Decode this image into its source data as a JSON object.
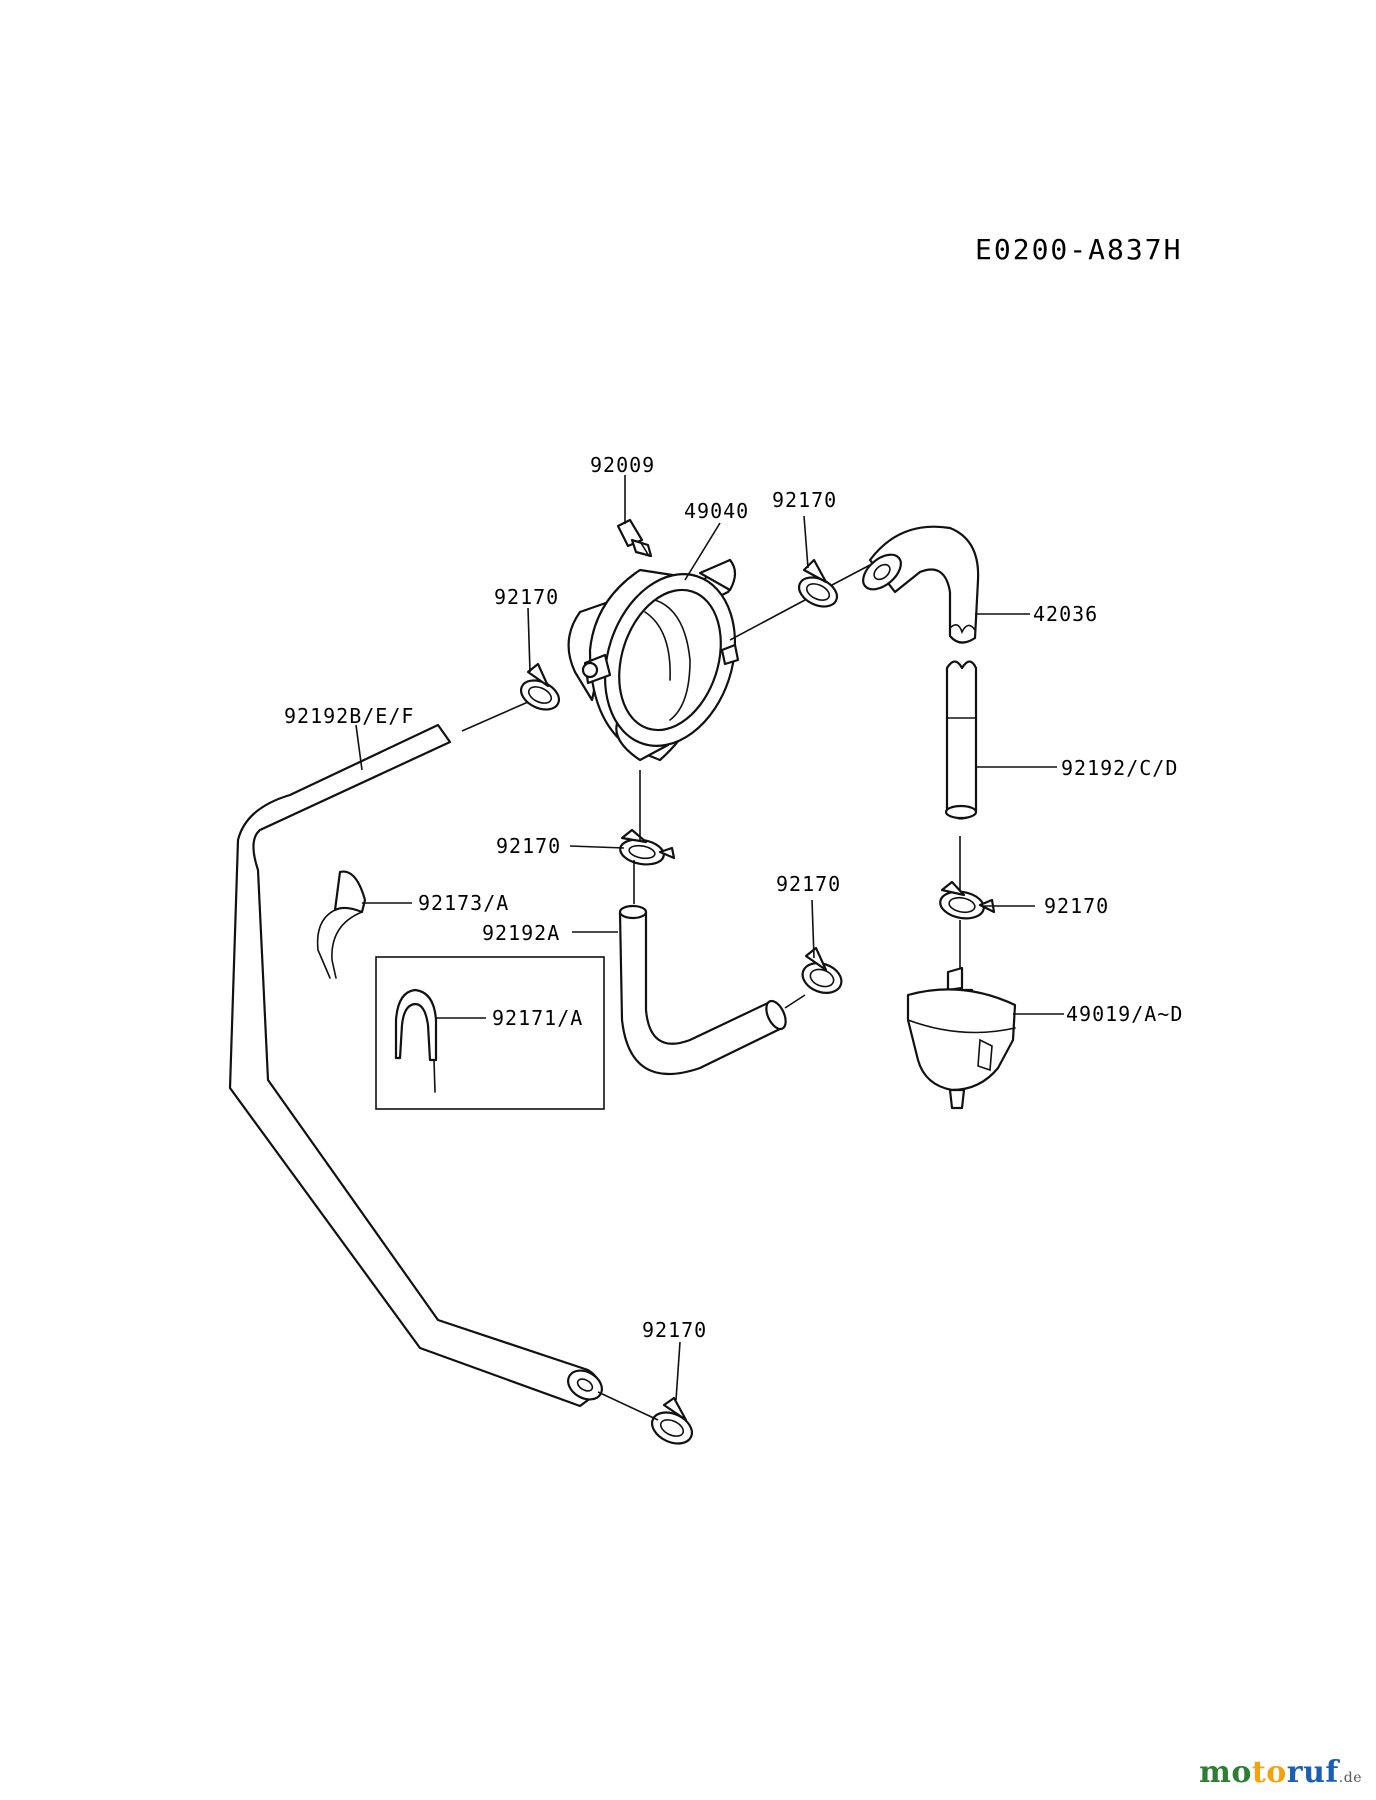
{
  "diagram": {
    "reference_code": "E0200-A837H",
    "labels": {
      "clamp_bolt": "92009",
      "fuel_pump": "49040",
      "clamp_top_right": "92170",
      "clamp_left": "92170",
      "hose_long": "92192B/E/F",
      "hose_elbow_top": "42036",
      "hose_right": "92192/C/D",
      "clamp_under_pump": "92170",
      "clip": "92173/A",
      "hose_elbow_mid": "92192A",
      "clamp_mid": "92170",
      "clamp_above_filter": "92170",
      "clip_inset": "92171/A",
      "fuel_filter": "49019/A~D",
      "clamp_bottom": "92170"
    }
  },
  "watermark": {
    "part1": "mo",
    "part2": "to",
    "part3": "ruf",
    "suffix": ".de"
  }
}
